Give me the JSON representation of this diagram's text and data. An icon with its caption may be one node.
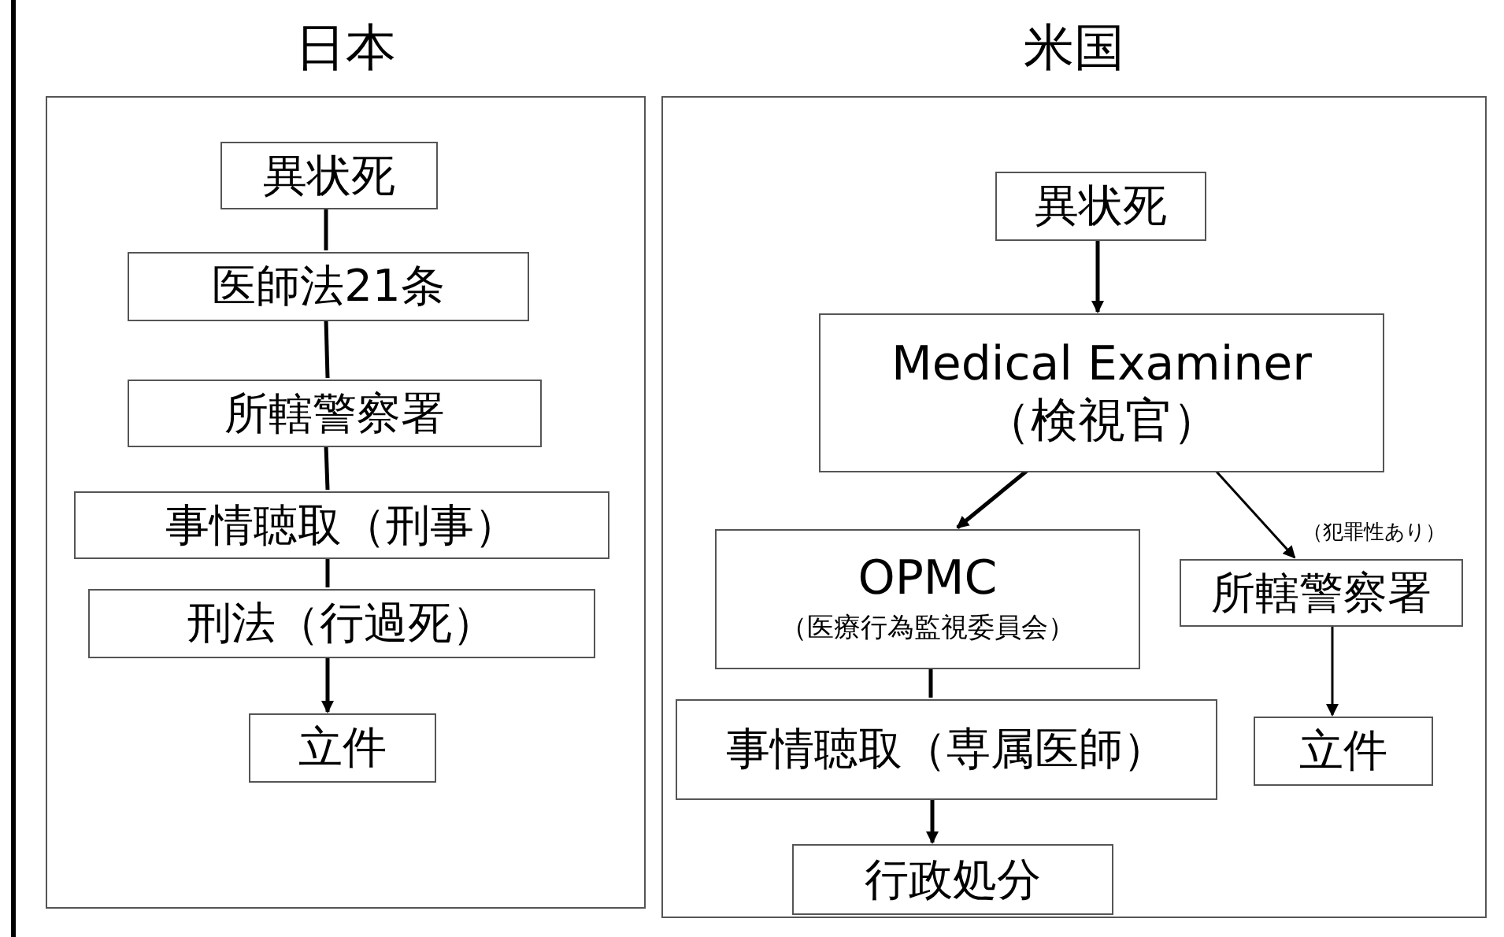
{
  "diagram": {
    "nodes": [
      {
        "text": [
          "日本"
        ]
      },
      {
        "text": [
          "異状死"
        ],
        "in": 0
      },
      {
        "text": [
          "医師法21条"
        ],
        "in": 0
      },
      {
        "text": [
          "所轄警察署"
        ],
        "in": 0
      },
      {
        "text": [
          "事情聴取（刑事）"
        ],
        "in": 0
      },
      {
        "text": [
          "刑法（行過死）"
        ],
        "in": 0
      },
      {
        "text": [
          "立件"
        ],
        "in": 0
      },
      {
        "text": [
          "米国"
        ]
      },
      {
        "text": [
          "異状死"
        ],
        "in": 7
      },
      {
        "text": [
          "Medical Examiner",
          "（検視官）"
        ],
        "in": 7
      },
      {
        "text": [
          "OPMC",
          "（医療行為監視委員会）"
        ],
        "in": 7
      },
      {
        "text": [
          "所轄警察署"
        ],
        "in": 7
      },
      {
        "text": [
          "事情聴取（専属医師）"
        ],
        "in": 7
      },
      {
        "text": [
          "行政処分"
        ],
        "in": 7
      },
      {
        "text": [
          "立件"
        ],
        "in": 7
      }
    ],
    "edges": [
      {
        "from": 1,
        "to": 2,
        "arrow": "none"
      },
      {
        "from": 2,
        "to": 3,
        "arrow": "none"
      },
      {
        "from": 3,
        "to": 4,
        "arrow": "none"
      },
      {
        "from": 4,
        "to": 5,
        "arrow": "none"
      },
      {
        "from": 5,
        "to": 6,
        "arrow": "to"
      },
      {
        "from": 8,
        "to": 9,
        "arrow": "to"
      },
      {
        "from": 9,
        "to": 10,
        "arrow": "to"
      },
      {
        "from": 9,
        "to": 11,
        "arrow": "to",
        "label": "（犯罪性あり）"
      },
      {
        "from": 10,
        "to": 12,
        "arrow": "none"
      },
      {
        "from": 12,
        "to": 13,
        "arrow": "to"
      },
      {
        "from": 11,
        "to": 14,
        "arrow": "to"
      }
    ]
  }
}
